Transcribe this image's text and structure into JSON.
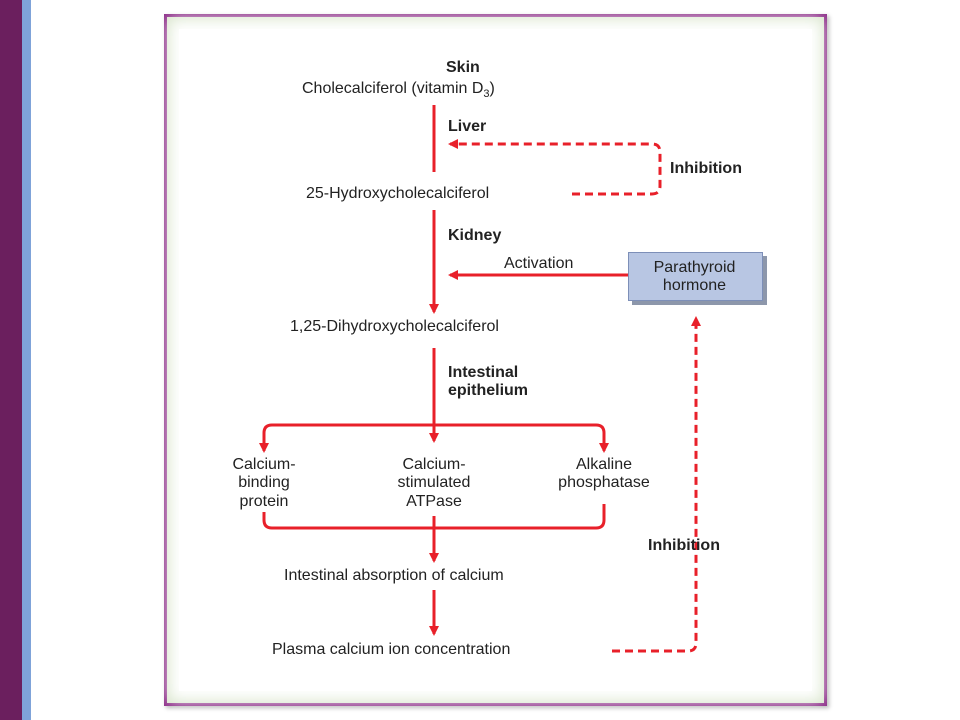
{
  "diagram": {
    "step_skin": "Skin",
    "cholecalciferol": "Cholecalciferol (vitamin D",
    "cholecalciferol_sub": "3",
    "cholecalciferol_close": ")",
    "step_liver": "Liver",
    "inhibition_top": "Inhibition",
    "hydroxy25": "25-Hydroxycholecalciferol",
    "step_kidney": "Kidney",
    "activation": "Activation",
    "pth_line1": "Parathyroid",
    "pth_line2": "hormone",
    "dihydroxy": "1,25-Dihydroxycholecalciferol",
    "intestinal_line1": "Intestinal",
    "intestinal_line2": "epithelium",
    "cbp_line1": "Calcium-",
    "cbp_line2": "binding",
    "cbp_line3": "protein",
    "atp_line1": "Calcium-",
    "atp_line2": "stimulated",
    "atp_line3": "ATPase",
    "alk_line1": "Alkaline",
    "alk_line2": "phosphatase",
    "inhibition_bottom": "Inhibition",
    "absorption": "Intestinal absorption of calcium",
    "plasma": "Plasma calcium ion concentration"
  },
  "colors": {
    "arrow": "#e8202a",
    "frame_border": "#8a2a86",
    "side_purple": "#6b1f5e",
    "side_blue": "#7fa3d9",
    "pth_box": "#b8c6e3"
  }
}
